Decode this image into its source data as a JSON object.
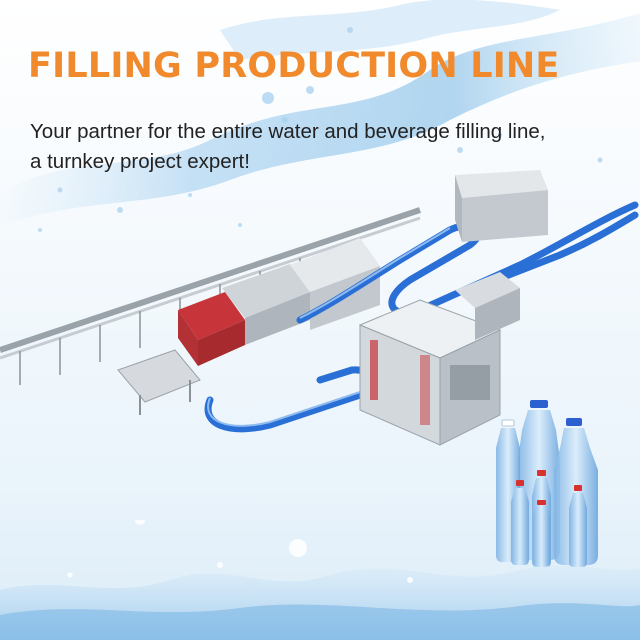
{
  "banner": {
    "headline": "FILLING PRODUCTION LINE",
    "tagline": "Your partner for the entire water and beverage filling line, a turnkey project expert!"
  },
  "colors": {
    "headline": "#f08a2c",
    "tagline": "#222222",
    "conveyor": "#2a6fd6",
    "machine_steel": "#c9ced4",
    "machine_red": "#c7353a",
    "water": "#8fc3ea",
    "bottle_cap_red": "#d8312f"
  },
  "illustration": {
    "subject": "water-filling-production-line",
    "bottles": "water-bottles"
  }
}
